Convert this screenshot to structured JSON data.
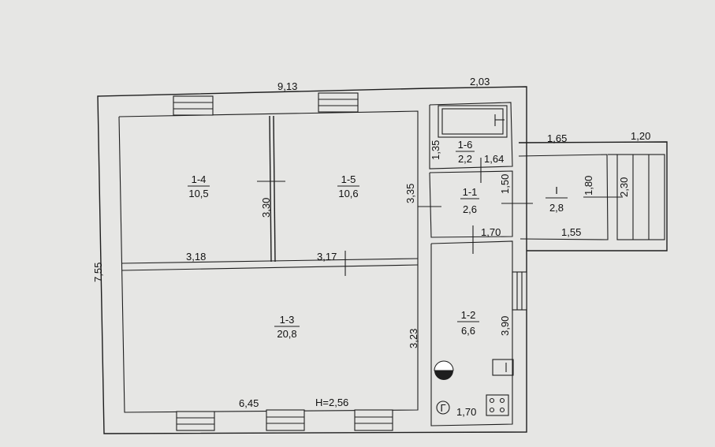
{
  "rooms": [
    {
      "id": "1-4",
      "area": "10,5"
    },
    {
      "id": "1-5",
      "area": "10,6"
    },
    {
      "id": "1-6",
      "area": "2,2"
    },
    {
      "id": "1-1",
      "area": "2,6"
    },
    {
      "id": "I",
      "area": "2,8"
    },
    {
      "id": "1-3",
      "area": "20,8"
    },
    {
      "id": "1-2",
      "area": "6,6"
    }
  ],
  "dimensions": {
    "top_main": "9,13",
    "top_right": "2,03",
    "left_total": "7,55",
    "porch_top": "1,65",
    "steps_top": "1,20",
    "room14_bottom": "3,18",
    "wall_14_15": "3,30",
    "room15_right": "3,35",
    "room15_bottom": "3,17",
    "room16_left": "1,35",
    "room16_right": "1,64",
    "room11_right": "1,50",
    "room11_bottom": "1,70",
    "porch_bottom": "1,55",
    "porch_right": "1,80",
    "steps_height": "2,30",
    "room13_right": "3,23",
    "room13_bottom": "6,45",
    "ceiling_height": "H=2,56",
    "room12_right": "3,90",
    "room12_bottom": "1,70"
  },
  "symbols": {
    "gas_meter": "Г"
  }
}
